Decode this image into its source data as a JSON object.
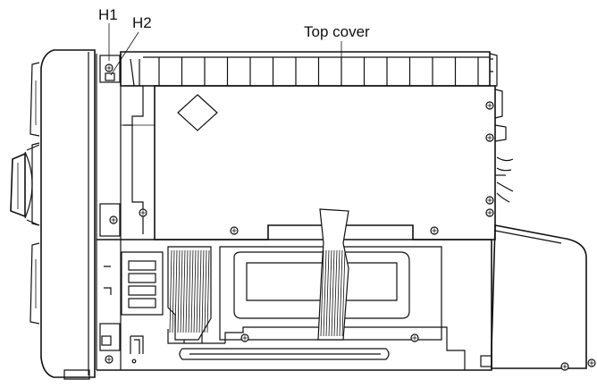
{
  "labels": {
    "h1": "H1",
    "h2": "H2",
    "top_cover": "Top cover"
  },
  "colors": {
    "line": "#111111",
    "background": "#ffffff"
  },
  "icons": [
    "screw-icon"
  ]
}
